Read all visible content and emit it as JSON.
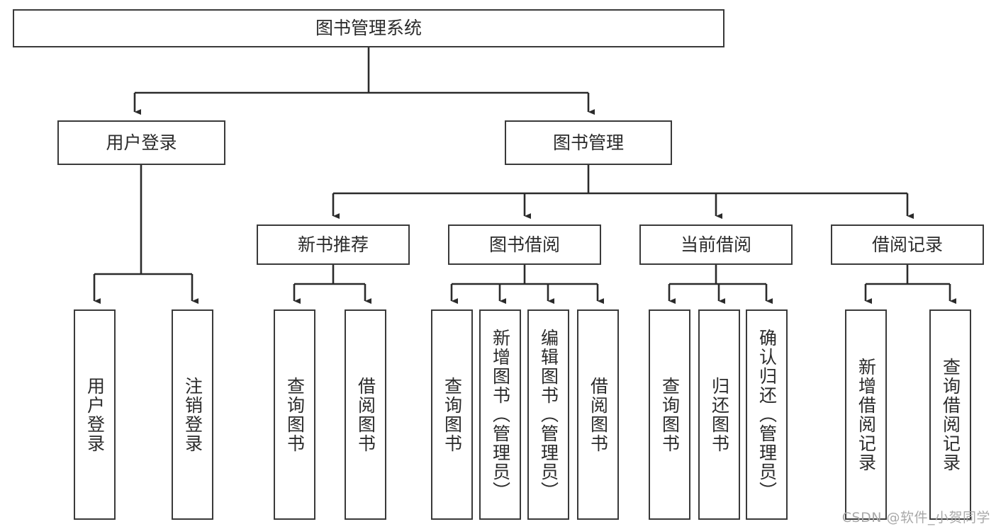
{
  "diagram": {
    "title": "图书管理系统",
    "type": "tree-hierarchy-diagram",
    "colors": {
      "box_border": "#3a3a3a",
      "box_fill": "#ffffff",
      "connector": "#2b2b2b",
      "text": "#2b2b2b",
      "watermark": "#a9a9a9",
      "background": "#ffffff"
    },
    "watermark": "CSDN @软件_小贺同学"
  },
  "nodes": {
    "root": {
      "id": "root",
      "label": "图书管理系统",
      "level": 1
    },
    "level2": [
      {
        "id": "user-login",
        "label": "用户登录",
        "level": 2
      },
      {
        "id": "book-management",
        "label": "图书管理",
        "level": 2
      }
    ],
    "level3": [
      {
        "id": "new-book-recommend",
        "label": "新书推荐",
        "level": 3
      },
      {
        "id": "book-borrow",
        "label": "图书借阅",
        "level": 3
      },
      {
        "id": "current-borrow",
        "label": "当前借阅",
        "level": 3
      },
      {
        "id": "borrow-record",
        "label": "借阅记录",
        "level": 3
      }
    ],
    "leaves": [
      {
        "id": "leaf-user-login",
        "label": "用户登录",
        "parent": "user-login"
      },
      {
        "id": "leaf-logout",
        "label": "注销登录",
        "parent": "user-login"
      },
      {
        "id": "leaf-query-book-1",
        "label": "查询图书",
        "parent": "new-book-recommend"
      },
      {
        "id": "leaf-borrow-book-1",
        "label": "借阅图书",
        "parent": "new-book-recommend"
      },
      {
        "id": "leaf-query-book-2",
        "label": "查询图书",
        "parent": "book-borrow"
      },
      {
        "id": "leaf-add-book",
        "label": "新增图书（管理员）",
        "parent": "book-borrow"
      },
      {
        "id": "leaf-edit-book",
        "label": "编辑图书（管理员）",
        "parent": "book-borrow"
      },
      {
        "id": "leaf-borrow-book-2",
        "label": "借阅图书",
        "parent": "book-borrow"
      },
      {
        "id": "leaf-query-book-3",
        "label": "查询图书",
        "parent": "current-borrow"
      },
      {
        "id": "leaf-return-book",
        "label": "归还图书",
        "parent": "current-borrow"
      },
      {
        "id": "leaf-confirm-return",
        "label": "确认归还（管理员）",
        "parent": "current-borrow"
      },
      {
        "id": "leaf-add-record",
        "label": "新增借阅记录",
        "parent": "borrow-record"
      },
      {
        "id": "leaf-query-record",
        "label": "查询借阅记录",
        "parent": "borrow-record"
      }
    ]
  }
}
